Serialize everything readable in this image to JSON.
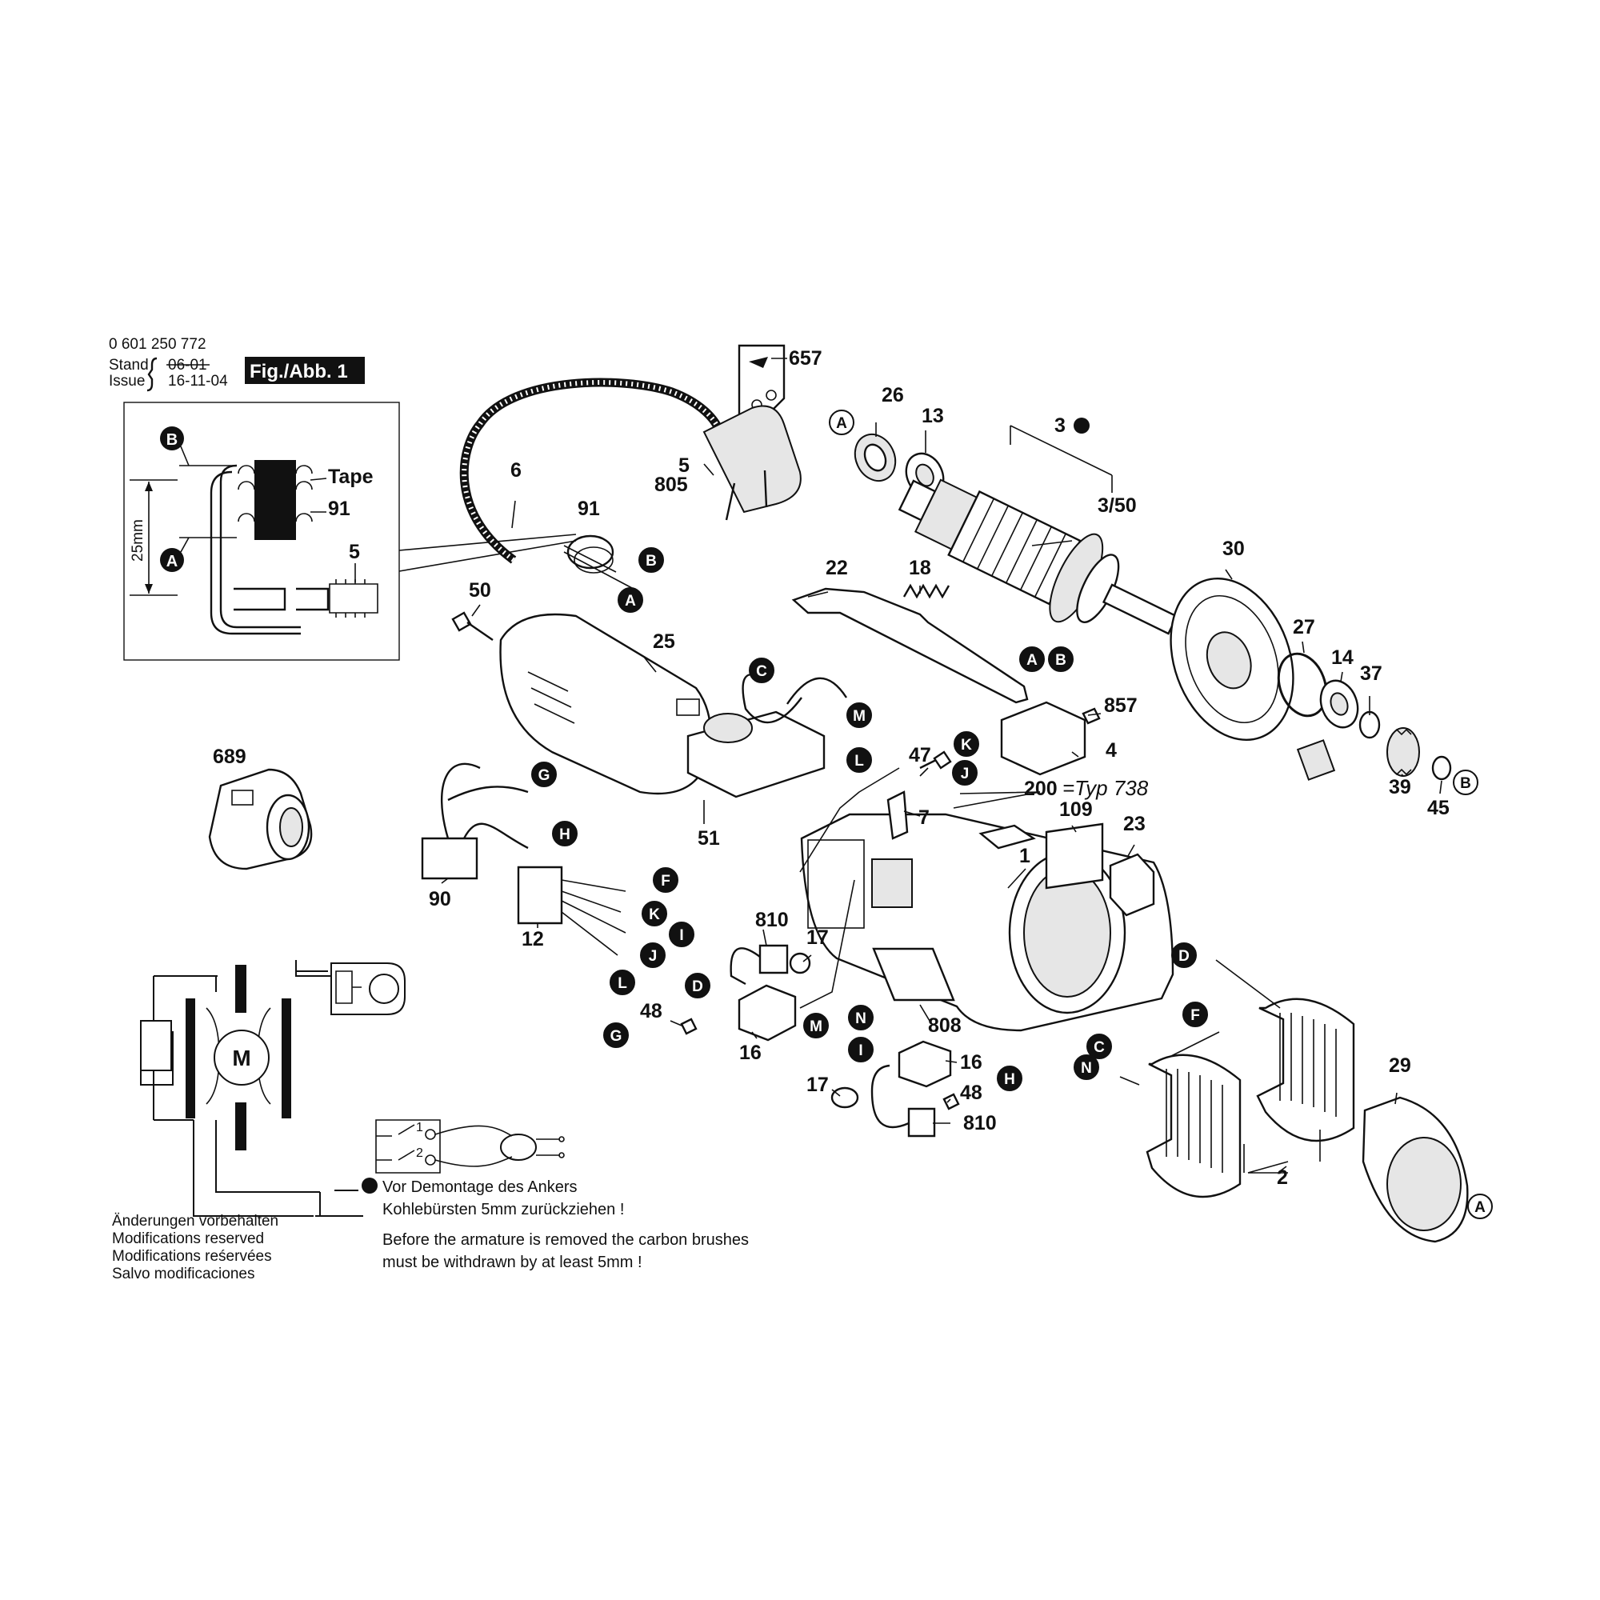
{
  "header": {
    "doc_number": "0 601 250 772",
    "stand_label": "Stand",
    "issue_label": "Issue",
    "stand_date": "06-01",
    "issue_date": "16-11-04",
    "figure_label": "Fig./Abb. 1"
  },
  "inset": {
    "tape_label": "Tape",
    "label_91": "91",
    "label_5": "5",
    "dim_label": "25mm",
    "marker_b": "B",
    "marker_a": "A"
  },
  "callouts": [
    {
      "id": "c657",
      "text": "657"
    },
    {
      "id": "c26",
      "text": "26"
    },
    {
      "id": "c13",
      "text": "13"
    },
    {
      "id": "c3",
      "text": "3"
    },
    {
      "id": "c350",
      "text": "3/50"
    },
    {
      "id": "c6",
      "text": "6"
    },
    {
      "id": "c5",
      "text": "5"
    },
    {
      "id": "c805",
      "text": "805"
    },
    {
      "id": "c91",
      "text": "91"
    },
    {
      "id": "c30",
      "text": "30"
    },
    {
      "id": "c22",
      "text": "22"
    },
    {
      "id": "c18",
      "text": "18"
    },
    {
      "id": "c50",
      "text": "50"
    },
    {
      "id": "c25",
      "text": "25"
    },
    {
      "id": "c27",
      "text": "27"
    },
    {
      "id": "c14",
      "text": "14"
    },
    {
      "id": "c37",
      "text": "37"
    },
    {
      "id": "c857",
      "text": "857"
    },
    {
      "id": "c4",
      "text": "4"
    },
    {
      "id": "c689",
      "text": "689"
    },
    {
      "id": "c47",
      "text": "47"
    },
    {
      "id": "c39",
      "text": "39"
    },
    {
      "id": "c45",
      "text": "45"
    },
    {
      "id": "c51",
      "text": "51"
    },
    {
      "id": "c7",
      "text": "7"
    },
    {
      "id": "c109",
      "text": "109"
    },
    {
      "id": "c23",
      "text": "23"
    },
    {
      "id": "c1",
      "text": "1"
    },
    {
      "id": "c90",
      "text": "90"
    },
    {
      "id": "c12",
      "text": "12"
    },
    {
      "id": "c810a",
      "text": "810"
    },
    {
      "id": "c17a",
      "text": "17"
    },
    {
      "id": "c48a",
      "text": "48"
    },
    {
      "id": "c16a",
      "text": "16"
    },
    {
      "id": "c808",
      "text": "808"
    },
    {
      "id": "c16b",
      "text": "16"
    },
    {
      "id": "c48b",
      "text": "48"
    },
    {
      "id": "c17b",
      "text": "17"
    },
    {
      "id": "c810b",
      "text": "810"
    },
    {
      "id": "c29",
      "text": "29"
    },
    {
      "id": "c2",
      "text": "2"
    }
  ],
  "typ_note": {
    "number": "200",
    "text": "=Typ 738"
  },
  "markers": [
    {
      "id": "mA1",
      "text": "A"
    },
    {
      "id": "mB1",
      "text": "B"
    },
    {
      "id": "mA2",
      "text": "A"
    },
    {
      "id": "mB2",
      "text": "B"
    },
    {
      "id": "mA3",
      "text": "A"
    },
    {
      "id": "mB3",
      "text": "B"
    },
    {
      "id": "mK1",
      "text": "K"
    },
    {
      "id": "mJ1",
      "text": "J"
    },
    {
      "id": "mC1",
      "text": "C"
    },
    {
      "id": "mM1",
      "text": "M"
    },
    {
      "id": "mL1",
      "text": "L"
    },
    {
      "id": "mG1",
      "text": "G"
    },
    {
      "id": "mH1",
      "text": "H"
    },
    {
      "id": "mF2",
      "text": "F"
    },
    {
      "id": "mK2",
      "text": "K"
    },
    {
      "id": "mI2",
      "text": "I"
    },
    {
      "id": "mJ2",
      "text": "J"
    },
    {
      "id": "mL2",
      "text": "L"
    },
    {
      "id": "mD2",
      "text": "D"
    },
    {
      "id": "mG2",
      "text": "G"
    },
    {
      "id": "mM2",
      "text": "M"
    },
    {
      "id": "mN1",
      "text": "N"
    },
    {
      "id": "mI3",
      "text": "I"
    },
    {
      "id": "mH3",
      "text": "H"
    },
    {
      "id": "mD3",
      "text": "D"
    },
    {
      "id": "mF3",
      "text": "F"
    },
    {
      "id": "mC3",
      "text": "C"
    },
    {
      "id": "mN3",
      "text": "N"
    },
    {
      "id": "mA4",
      "text": "A"
    }
  ],
  "wiring": {
    "motor_label": "M",
    "switch_1": "1",
    "switch_2": "2"
  },
  "notice_de": [
    "Vor Demontage des Ankers",
    "Kohlebürsten 5mm zurückziehen !"
  ],
  "notice_en": [
    "Before the armature is removed the carbon brushes",
    "must be withdrawn by at least 5mm !"
  ],
  "modifications": [
    "Änderungen vorbehalten",
    "Modifications reserved",
    "Modifications reśervées",
    "Salvo modificaciones"
  ]
}
